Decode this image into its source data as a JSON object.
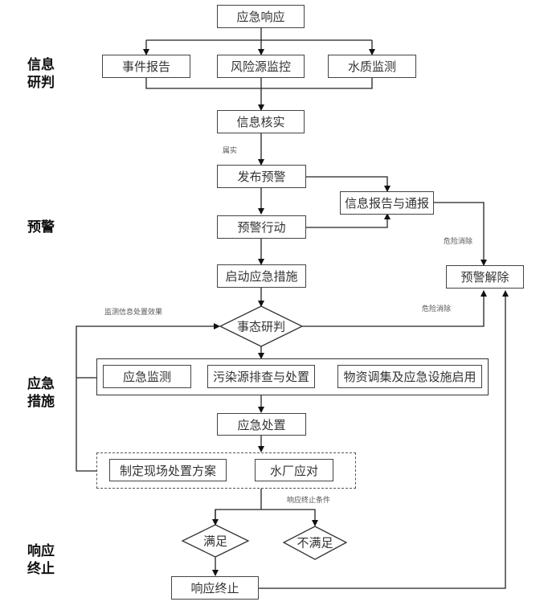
{
  "side_labels": {
    "info": [
      "信息",
      "研判"
    ],
    "warning": [
      "预警"
    ],
    "measures": [
      "应急",
      "措施"
    ],
    "termination": [
      "响应",
      "终止"
    ]
  },
  "nodes": {
    "emergency_response": "应急响应",
    "event_report": "事件报告",
    "risk_monitor": "风险源监控",
    "water_quality": "水质监测",
    "info_verify": "信息核实",
    "issue_warning": "发布预警",
    "info_report": "信息报告与通报",
    "warning_action": "预警行动",
    "start_measures": "启动应急措施",
    "warning_lift": "预警解除",
    "situation_judge": "事态研判",
    "emergency_monitor": "应急监测",
    "pollution_source": "污染源排查与处置",
    "material_dispatch": "物资调集及应急设施启用",
    "emergency_disposal": "应急处置",
    "onsite_plan": "制定现场处置方案",
    "water_plant": "水厂应对",
    "satisfied": "满足",
    "not_satisfied": "不满足",
    "response_end": "响应终止"
  },
  "annotations": {
    "confirmed": "属实",
    "danger_cleared_1": "危险消除",
    "danger_cleared_2": "危险消除",
    "monitor_feedback": "监测信息处置效果",
    "termination_condition": "响应终止条件"
  }
}
